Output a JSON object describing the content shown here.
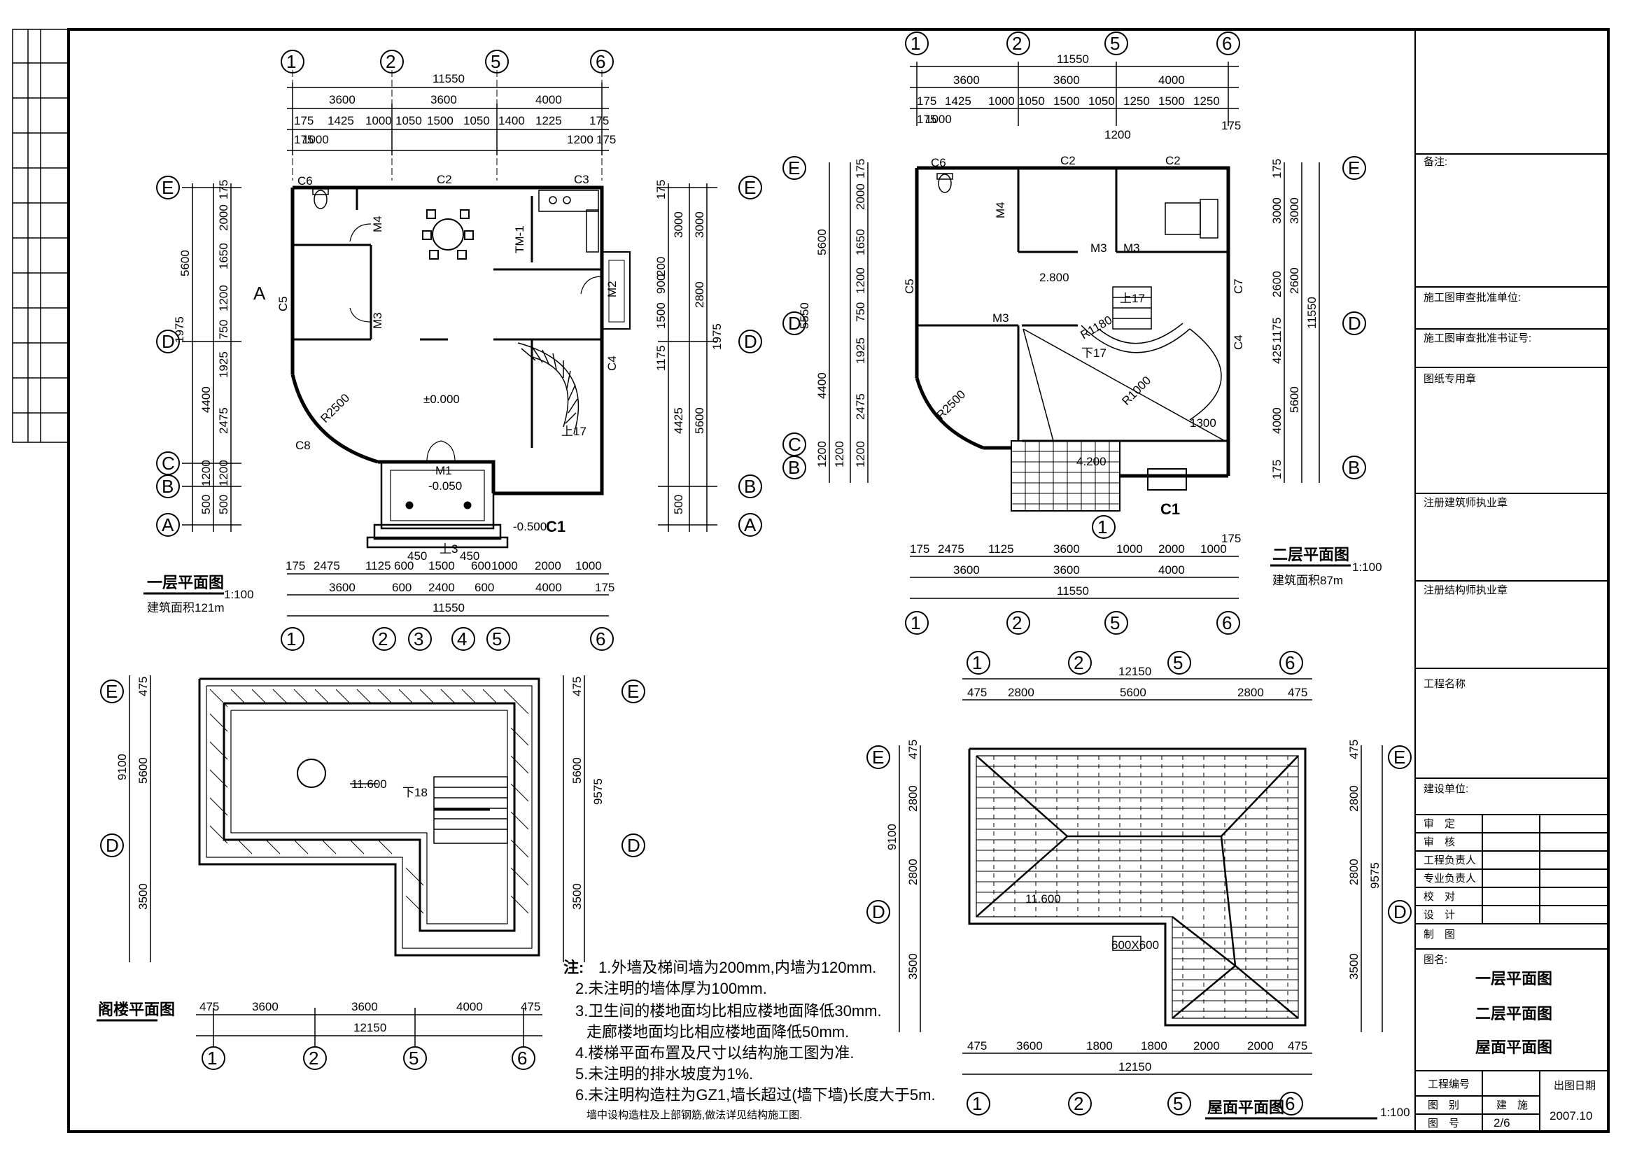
{
  "sheet": {
    "title_block": {
      "remarks": "备注:",
      "review_unit": "施工图审查批准单位:",
      "review_cert": "施工图审查批准书证号:",
      "drawing_stamp": "图纸专用章",
      "architect_stamp": "注册建筑师执业章",
      "structural_stamp": "注册结构师执业章",
      "project_name": "工程名称",
      "client": "建设单位:",
      "roles": [
        "审　定",
        "审　核",
        "工程负责人",
        "专业负责人",
        "校　对",
        "设　计",
        "制　图"
      ],
      "drawing_name_label": "图名:",
      "drawing_names": [
        "一层平面图",
        "二层平面图",
        "屋面平面图"
      ],
      "project_no": "工程编号",
      "issue_date_label": "出图日期",
      "category_label": "图　别",
      "category_value": "建　施",
      "number_label": "图　号",
      "number_value": "2/6",
      "issue_date": "2007.10"
    }
  },
  "plans": {
    "first_floor": {
      "title": "一层平面图",
      "scale": "1:100",
      "area": "建筑面积121m",
      "axes_top": [
        "1",
        "2",
        "5",
        "6"
      ],
      "axes_bottom": [
        "1",
        "2",
        "3",
        "4",
        "5",
        "6"
      ],
      "axes_side": [
        "E",
        "D",
        "C",
        "B",
        "A"
      ],
      "total": "11550",
      "top_dims": [
        "3600",
        "3600",
        "4000"
      ],
      "top_dims2": [
        "175",
        "1425",
        "1000",
        "1050",
        "1500",
        "1050",
        "1400",
        "1225",
        "175"
      ],
      "top_dims3": [
        "175",
        "1000",
        "1200",
        "175"
      ],
      "bottom_dims1": [
        "175",
        "2475",
        "1125",
        "450",
        "600",
        "1500",
        "450",
        "600",
        "1000",
        "2000",
        "1000"
      ],
      "bottom_dims2": [
        "3600",
        "600",
        "2400",
        "600",
        "4000",
        "175"
      ],
      "left_dims": [
        "5600",
        "1975",
        "4400",
        "1200",
        "500"
      ],
      "left_dims2": [
        "175",
        "2000",
        "1650",
        "1200",
        "750",
        "1925",
        "2475",
        "1200",
        "500"
      ],
      "right_dims": [
        "3000",
        "2800",
        "5600",
        "1975"
      ],
      "right_dims2": [
        "175",
        "3000",
        "200",
        "900",
        "1500",
        "1175",
        "4425",
        "500"
      ],
      "labels": [
        "C6",
        "C2",
        "C3",
        "C5",
        "C4",
        "C8",
        "M4",
        "M3",
        "M2",
        "M1",
        "TM-1",
        "R2500",
        "±0.000",
        "-0.050",
        "-0.500",
        "C1",
        "上17",
        "上3",
        "A"
      ]
    },
    "second_floor": {
      "title": "二层平面图",
      "scale": "1:100",
      "area": "建筑面积87m",
      "axes_top": [
        "1",
        "2",
        "5",
        "6"
      ],
      "axes_side": [
        "E",
        "D",
        "C",
        "B"
      ],
      "total": "11550",
      "top_dims": [
        "3600",
        "3600",
        "4000"
      ],
      "top_dims2": [
        "175",
        "1425",
        "1000",
        "1050",
        "1500",
        "1050",
        "1250",
        "1500",
        "1250"
      ],
      "top_dims3": [
        "175",
        "1000",
        "1200",
        "175"
      ],
      "bottom_dims1": [
        "175",
        "2475",
        "1125",
        "3600",
        "1000",
        "2000",
        "1000",
        "175"
      ],
      "bottom_dims2": [
        "3600",
        "3600",
        "4000"
      ],
      "left_dims": [
        "5600",
        "5550",
        "4400",
        "1200",
        "1200"
      ],
      "left_dims2": [
        "175",
        "2000",
        "1650",
        "1200",
        "750",
        "1925",
        "2475",
        "1200"
      ],
      "right_dims": [
        "3000",
        "2600",
        "11550",
        "5600"
      ],
      "right_dims2": [
        "175",
        "3000",
        "2600",
        "1175",
        "425",
        "4000",
        "175"
      ],
      "labels": [
        "C6",
        "C2",
        "C2",
        "C5",
        "C7",
        "C4",
        "C1",
        "M4",
        "M3",
        "M3",
        "M3",
        "2.800",
        "上17",
        "R1180",
        "R1000",
        "R2500",
        "1300",
        "4.200",
        "1",
        "下17"
      ]
    },
    "attic": {
      "title": "阁楼平面图",
      "axes_bottom": [
        "1",
        "2",
        "5",
        "6"
      ],
      "axes_side": [
        "E",
        "D"
      ],
      "total": "12150",
      "bottom_dims": [
        "475",
        "3600",
        "3600",
        "4000",
        "475"
      ],
      "left_dims": [
        "9100",
        "5600",
        "3500",
        "475"
      ],
      "right_dims": [
        "9575",
        "5600",
        "3500",
        "475"
      ],
      "labels": [
        "11.600",
        "下18"
      ]
    },
    "roof": {
      "title": "屋面平面图",
      "scale": "1:100",
      "axes_top": [
        "1",
        "2",
        "5",
        "6"
      ],
      "axes_bottom": [
        "1",
        "2",
        "5",
        "6"
      ],
      "axes_side": [
        "E",
        "D"
      ],
      "total_top": "12150",
      "top_dims": [
        "475",
        "2800",
        "5600",
        "2800",
        "475"
      ],
      "bottom_dims": [
        "475",
        "3600",
        "1800",
        "1800",
        "2000",
        "2000",
        "475"
      ],
      "total_bottom": "12150",
      "left_dims": [
        "9100",
        "2800",
        "2800",
        "3500",
        "475"
      ],
      "right_dims": [
        "9575",
        "2800",
        "2800",
        "3500",
        "475"
      ],
      "labels": [
        "11.600",
        "600X600"
      ]
    }
  },
  "notes": {
    "heading": "注:",
    "items": [
      "1.外墙及梯间墙为200mm,内墙为120mm.",
      "2.未注明的墙体厚为100mm.",
      "3.卫生间的楼地面均比相应楼地面降低30mm.",
      "走廊楼地面均比相应楼地面降低50mm.",
      "4.楼梯平面布置及尺寸以结构施工图为准.",
      "5.未注明的排水坡度为1%.",
      "6.未注明构造柱为GZ1,墙长超过(墙下墙)长度大于5m.",
      "墙中设构造柱及上部钢筋,做法详见结构施工图."
    ]
  }
}
